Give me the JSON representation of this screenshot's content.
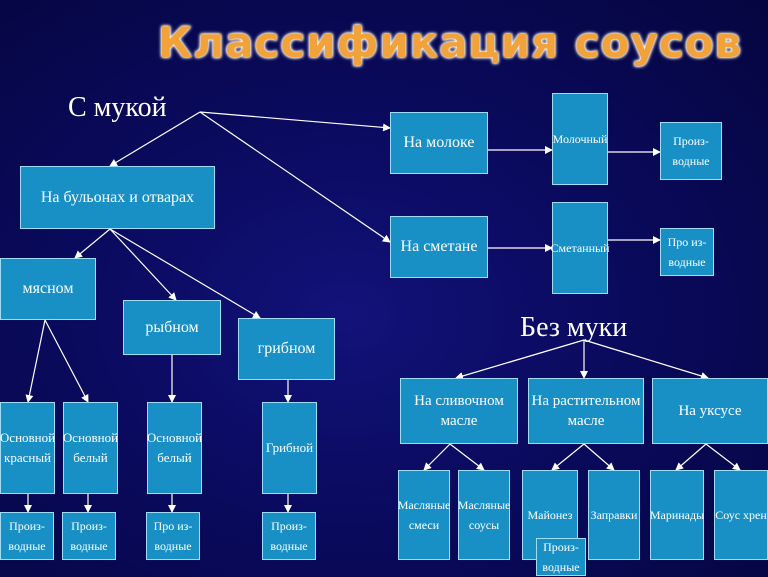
{
  "title": "Классификация соусов",
  "headings": {
    "with_flour": "С мукой",
    "without_flour": "Без муки"
  },
  "nodes": {
    "na_bulonah": "На бульонах и отварах",
    "myasnom": "мясном",
    "rybnom": "рыбном",
    "gribnom": "грибном",
    "osn_krasny": "Основной красный",
    "osn_bely_1": "Основной белый",
    "osn_bely_2": "Основной белый",
    "gribnoy": "Грибной",
    "proizv_1": "Произ-водные",
    "proizv_2": "Произ-водные",
    "proizv_3": "Про из-водные",
    "proizv_4": "Произ-водные",
    "na_moloke": "На молоке",
    "na_smetane": "На сметане",
    "molochny": "Молочный",
    "smetanny": "Сметанный",
    "proizv_milk": "Произ-водные",
    "proizv_sour": "Про из-водные",
    "na_slivochnom": "На сливочном масле",
    "na_rastitelnom": "На растительном масле",
    "na_uksuse": "На уксусе",
    "maslyanye_smesi": "Масляные смеси",
    "maslyanye_sousy": "Масляные соусы",
    "mayonez": "Майонез",
    "zapravki": "Заправки",
    "marinady": "Маринады",
    "sous_hren": "Соус хрен",
    "proizv_mayo": "Произ-водные"
  }
}
